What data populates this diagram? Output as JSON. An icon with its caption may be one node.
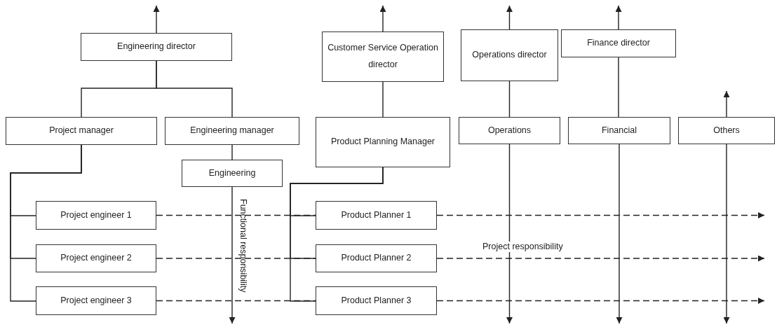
{
  "diagram": {
    "nodes": [
      {
        "text": [
          "Engineering director"
        ]
      },
      {
        "text": [
          "Customer Service Operation director"
        ]
      },
      {
        "text": [
          "Operations director"
        ]
      },
      {
        "text": [
          "Finance director"
        ]
      },
      {
        "text": [
          "Project manager"
        ]
      },
      {
        "text": [
          "Engineering manager"
        ]
      },
      {
        "text": [
          "Product Planning Manager"
        ]
      },
      {
        "text": [
          "Operations"
        ]
      },
      {
        "text": [
          "Financial"
        ]
      },
      {
        "text": [
          "Others"
        ]
      },
      {
        "text": [
          "Engineering"
        ]
      },
      {
        "text": [
          "Project engineer 1"
        ]
      },
      {
        "text": [
          "Product Planner 1"
        ]
      },
      {
        "text": [
          "Project engineer 2"
        ]
      },
      {
        "text": [
          "Product Planner 2"
        ]
      },
      {
        "text": [
          "Project engineer 3"
        ]
      },
      {
        "text": [
          "Product Planner 3"
        ]
      }
    ],
    "edges": [
      {
        "from": 0,
        "to": null,
        "arrow": "to"
      },
      {
        "from": 1,
        "to": null,
        "arrow": "to"
      },
      {
        "from": 2,
        "to": null,
        "arrow": "to"
      },
      {
        "from": 3,
        "to": null,
        "arrow": "to"
      },
      {
        "from": 0,
        "to": 4,
        "arrow": "none"
      },
      {
        "from": 0,
        "to": 5,
        "arrow": "none"
      },
      {
        "from": 1,
        "to": 6,
        "arrow": "none"
      },
      {
        "from": 2,
        "to": 7,
        "arrow": "none"
      },
      {
        "from": 3,
        "to": 8,
        "arrow": "none"
      },
      {
        "from": 5,
        "to": 10,
        "arrow": "none"
      },
      {
        "from": 4,
        "to": 11,
        "arrow": "none"
      },
      {
        "from": 4,
        "to": 13,
        "arrow": "none"
      },
      {
        "from": 4,
        "to": 15,
        "arrow": "none"
      },
      {
        "from": 6,
        "to": 12,
        "arrow": "none"
      },
      {
        "from": 6,
        "to": 14,
        "arrow": "none"
      },
      {
        "from": 6,
        "to": 16,
        "arrow": "none"
      },
      {
        "from": 10,
        "to": null,
        "arrow": "to",
        "label": "Functional responsibility"
      },
      {
        "from": 7,
        "to": null,
        "arrow": "to"
      },
      {
        "from": 8,
        "to": null,
        "arrow": "to"
      },
      {
        "from": 9,
        "to": null,
        "arrow": "to"
      },
      {
        "from": 9,
        "to": null,
        "arrow": "to"
      },
      {
        "from": 11,
        "to": 12,
        "arrow": "none",
        "style": "dashed"
      },
      {
        "from": 12,
        "to": null,
        "arrow": "to",
        "style": "dashed"
      },
      {
        "from": 13,
        "to": 14,
        "arrow": "none",
        "style": "dashed"
      },
      {
        "from": 14,
        "to": null,
        "arrow": "to",
        "style": "dashed",
        "label": "Project responsibility"
      },
      {
        "from": 15,
        "to": 16,
        "arrow": "none",
        "style": "dashed"
      },
      {
        "from": 16,
        "to": null,
        "arrow": "to",
        "style": "dashed"
      }
    ]
  }
}
